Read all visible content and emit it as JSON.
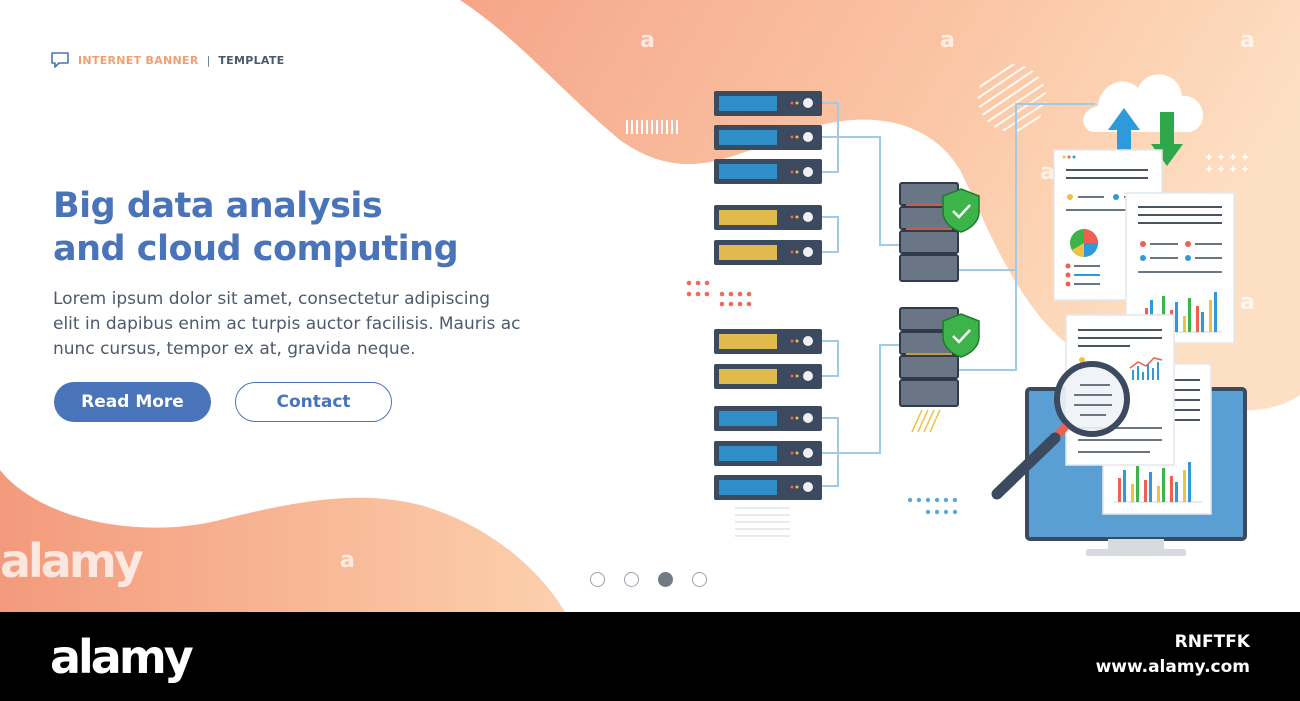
{
  "banner": {
    "tagline": {
      "primary": "INTERNET BANNER",
      "separator": "|",
      "secondary": "TEMPLATE",
      "icon": "chat-bubble-icon"
    },
    "headline": {
      "line1": "Big data analysis",
      "line2": "and cloud computing"
    },
    "body": {
      "line1": "Lorem ipsum dolor sit amet, consectetur adipiscing",
      "line2": "elit in dapibus enim ac turpis auctor facilisis. Mauris ac",
      "line3": "nunc cursus, tempor ex at, gravida neque."
    },
    "buttons": {
      "primary": "Read More",
      "secondary": "Contact"
    },
    "pagination": {
      "total": 4,
      "active": 3
    },
    "colors": {
      "accent": "#4a74b9",
      "peach": "#f7b48e",
      "salmon": "#f39a7c",
      "server": "#3b4a5e",
      "shield": "#3cb44a",
      "up_arrow": "#2e9ad9",
      "down_arrow": "#2ea84a",
      "monitor": "#5a9fd4"
    },
    "illustration": {
      "icons": [
        "server-rack-icon",
        "database-icon",
        "shield-check-icon",
        "cloud-icon",
        "upload-arrow-icon",
        "download-arrow-icon",
        "report-document-icon",
        "pie-chart-icon",
        "bar-chart-icon",
        "magnifier-icon",
        "monitor-icon"
      ]
    }
  },
  "watermark": {
    "text": "alamy",
    "letter": "a"
  },
  "footer": {
    "logo": "alamy",
    "image_id": "RNFTFK",
    "url": "www.alamy.com"
  }
}
